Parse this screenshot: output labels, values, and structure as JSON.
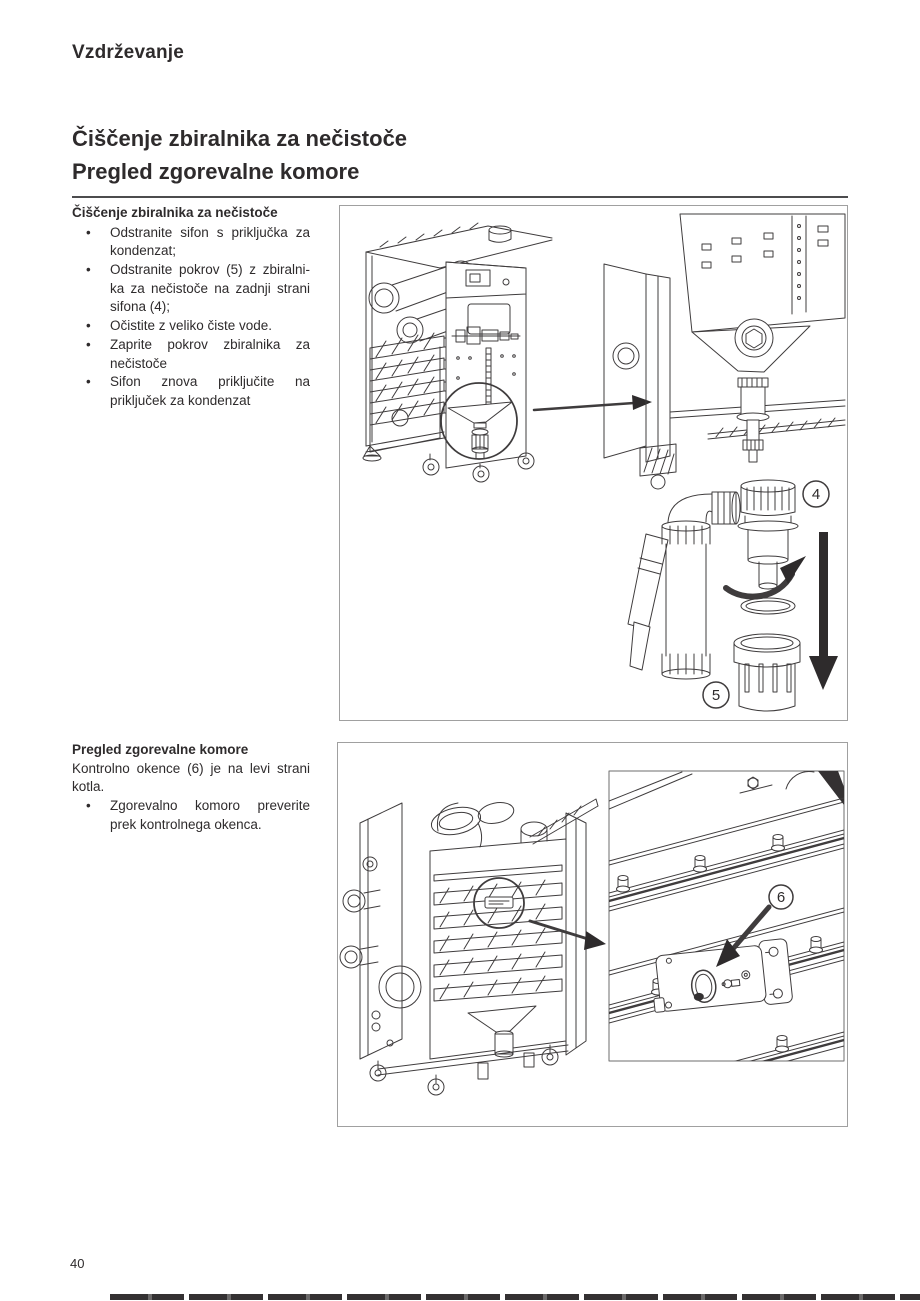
{
  "page": {
    "header": "Vzdrževanje",
    "title_lines": [
      "Čiščenje zbiralnika za nečistoče",
      "Pregled zgorevalne komore"
    ],
    "page_number": "40",
    "list_marker": "•"
  },
  "section_cleaning": {
    "heading": "Čiščenje zbiralnika za nečistoče",
    "bullets": [
      {
        "lines": [
          "Odstranite sifon s priključka za",
          "kondenzat;"
        ]
      },
      {
        "lines": [
          "Odstranite pokrov (5) z zbiralni-",
          "ka za nečistoče na zadnji strani",
          "sifona (4);"
        ]
      },
      {
        "lines": [
          "Očistite z veliko čiste vode."
        ]
      },
      {
        "lines": [
          "Zaprite pokrov zbiralnika za",
          "nečistoče"
        ]
      },
      {
        "lines": [
          "Sifon znova priključite na",
          "priključek za kondenzat"
        ]
      }
    ]
  },
  "section_inspection": {
    "heading": "Pregled zgorevalne komore",
    "intro_lines": [
      "Kontrolno okence (6) je na levi strani",
      "kotla."
    ],
    "bullets": [
      {
        "lines": [
          "Zgorevalno komoro preverite",
          "prek kontrolnega okenca."
        ]
      }
    ]
  },
  "figure_siphon": {
    "callout_4": "4",
    "callout_5": "5"
  },
  "figure_window": {
    "callout_6": "6"
  },
  "colors": {
    "ink": "#2e2b2c",
    "rule": "#4c4c4e",
    "figure_border": "#a0a0a0"
  }
}
